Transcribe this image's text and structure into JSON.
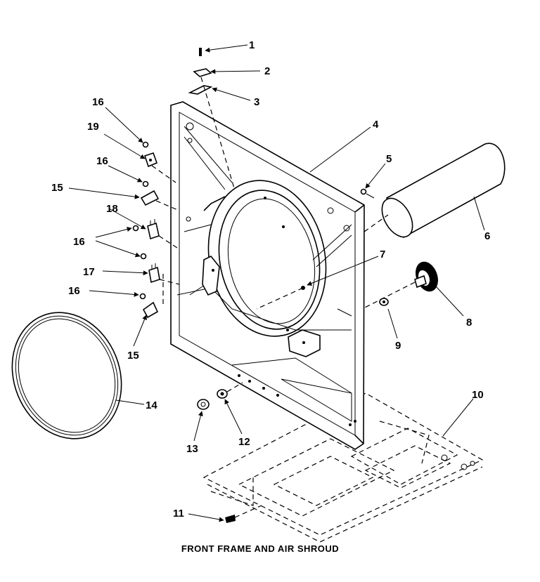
{
  "caption": "FRONT FRAME AND AIR SHROUD",
  "callouts": {
    "c1": "1",
    "c2": "2",
    "c3": "3",
    "c4": "4",
    "c5": "5",
    "c6": "6",
    "c7": "7",
    "c8": "8",
    "c9": "9",
    "c10": "10",
    "c11": "11",
    "c12": "12",
    "c13": "13",
    "c14": "14",
    "c15a": "15",
    "c15b": "15",
    "c16a": "16",
    "c16b": "16",
    "c16c": "16",
    "c16d": "16",
    "c17": "17",
    "c18": "18",
    "c19": "19"
  }
}
